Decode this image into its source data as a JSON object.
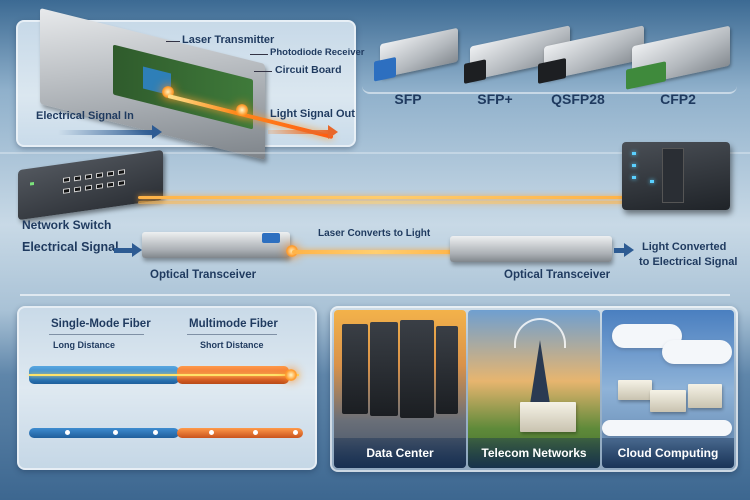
{
  "cutaway": {
    "labels": {
      "laser_transmitter": "Laser Transmitter",
      "photodiode_receiver": "Photodiode Receiver",
      "circuit_board": "Circuit Board",
      "electrical_signal_in": "Electrical Signal In",
      "light_signal_out": "Light Signal Out"
    }
  },
  "module_types": [
    {
      "label": "SFP"
    },
    {
      "label": "SFP+"
    },
    {
      "label": "QSFP28"
    },
    {
      "label": "CFP2"
    }
  ],
  "link": {
    "network_switch": "Network Switch",
    "electrical_signal": "Electrical Signal",
    "laser_converts": "Laser Converts to Light",
    "transceiver_left": "Optical Transceiver",
    "transceiver_right": "Optical Transceiver",
    "light_converted_line1": "Light Converted",
    "light_converted_line2": "to Electrical Signal"
  },
  "fiber_types": {
    "single_mode": {
      "title": "Single-Mode Fiber",
      "subtitle": "Long Distance"
    },
    "multimode": {
      "title": "Multimode Fiber",
      "subtitle": "Short Distance"
    }
  },
  "applications": [
    {
      "label": "Data Center"
    },
    {
      "label": "Telecom Networks"
    },
    {
      "label": "Cloud Computing"
    }
  ],
  "colors": {
    "label_text": "#1f3a5f",
    "laser_orange": "#ff8a1d",
    "signal_blue": "#2d5b93",
    "single_mode_blue": "#2f7fc4",
    "multimode_orange": "#e8672a"
  }
}
